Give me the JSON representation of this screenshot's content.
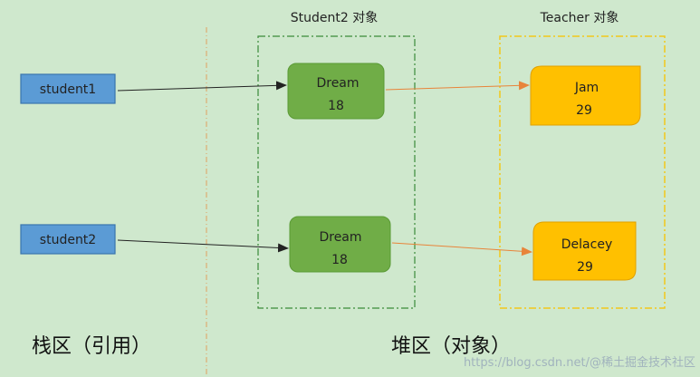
{
  "regions": {
    "stack_label": "栈区（引用）",
    "heap_label": "堆区（对象）"
  },
  "groups": {
    "student2_title": "Student2 对象",
    "teacher_title": "Teacher 对象"
  },
  "stack": [
    {
      "label": "student1"
    },
    {
      "label": "student2"
    }
  ],
  "students": [
    {
      "name": "Dream",
      "age": "18"
    },
    {
      "name": "Dream",
      "age": "18"
    }
  ],
  "teachers": [
    {
      "name": "Jam",
      "age": "29"
    },
    {
      "name": "Delacey",
      "age": "29"
    }
  ],
  "watermark": "https://blog.csdn.net/@稀土掘金技术社区",
  "colors": {
    "background": "#cfe8cd",
    "reference_box": "#5b9bd5",
    "student_object": "#70ad47",
    "teacher_object": "#ffc000",
    "student_group_border": "#3a8a3a",
    "teacher_group_border": "#f2c81b",
    "divider": "#e0a060",
    "ref_arrow": "#222222",
    "obj_arrow": "#e8843a"
  }
}
